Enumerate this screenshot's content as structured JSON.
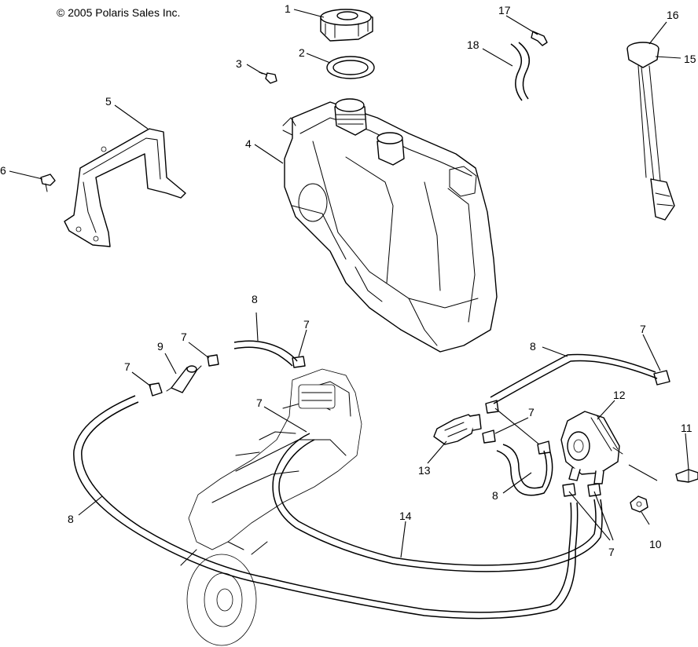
{
  "header": {
    "copyright": "© 2005 Polaris Sales Inc."
  },
  "callouts": [
    {
      "id": "c1",
      "label": "1"
    },
    {
      "id": "c2",
      "label": "2"
    },
    {
      "id": "c3",
      "label": "3"
    },
    {
      "id": "c4",
      "label": "4"
    },
    {
      "id": "c5",
      "label": "5"
    },
    {
      "id": "c6",
      "label": "6"
    },
    {
      "id": "c7a",
      "label": "7"
    },
    {
      "id": "c7b",
      "label": "7"
    },
    {
      "id": "c7c",
      "label": "7"
    },
    {
      "id": "c7d",
      "label": "7"
    },
    {
      "id": "c7e",
      "label": "7"
    },
    {
      "id": "c7f",
      "label": "7"
    },
    {
      "id": "c7g",
      "label": "7"
    },
    {
      "id": "c8a",
      "label": "8"
    },
    {
      "id": "c8b",
      "label": "8"
    },
    {
      "id": "c8c",
      "label": "8"
    },
    {
      "id": "c8d",
      "label": "8"
    },
    {
      "id": "c9",
      "label": "9"
    },
    {
      "id": "c10",
      "label": "10"
    },
    {
      "id": "c11",
      "label": "11"
    },
    {
      "id": "c12",
      "label": "12"
    },
    {
      "id": "c13",
      "label": "13"
    },
    {
      "id": "c14",
      "label": "14"
    },
    {
      "id": "c15",
      "label": "15"
    },
    {
      "id": "c16",
      "label": "16"
    },
    {
      "id": "c17",
      "label": "17"
    },
    {
      "id": "c18",
      "label": "18"
    }
  ]
}
